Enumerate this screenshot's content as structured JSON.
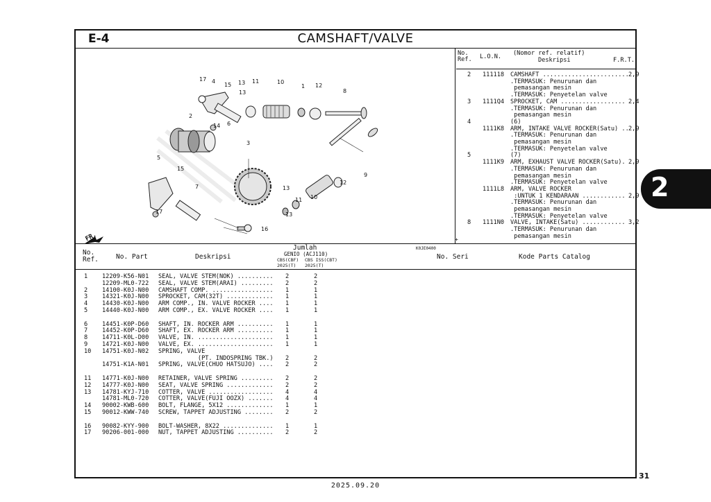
{
  "section_code": "E-4",
  "title": "CAMSHAFT/VALVE",
  "diagram_code": "K0JE0400",
  "fr_label": "FR.",
  "callouts": [
    "17",
    "4",
    "15",
    "13",
    "11",
    "10",
    "1",
    "12",
    "8",
    "13",
    "2",
    "14",
    "6",
    "3",
    "9",
    "5",
    "15",
    "12",
    "7",
    "13",
    "11",
    "10",
    "17",
    "13",
    "16"
  ],
  "ref_table": {
    "headers": {
      "no_ref": "No.\nRef.",
      "lon": "L.O.N.",
      "desc_top": "(Nomor ref. relatif)",
      "desc": "Deskripsi",
      "frt": "F.R.T."
    },
    "rows": [
      {
        "ref": "2",
        "lon": "111118",
        "desc": "CAMSHAFT ........................",
        "frt": "2,9"
      },
      {
        "ref": "",
        "lon": "",
        "desc": ".TERMASUK: Penurunan dan",
        "frt": ""
      },
      {
        "ref": "",
        "lon": "",
        "desc": " pemasangan mesin",
        "frt": ""
      },
      {
        "ref": "",
        "lon": "",
        "desc": ".TERMASUK: Penyetelan valve",
        "frt": ""
      },
      {
        "ref": "3",
        "lon": "1111Q4",
        "desc": "SPROCKET, CAM ..................",
        "frt": "2,4"
      },
      {
        "ref": "",
        "lon": "",
        "desc": ".TERMASUK: Penurunan dan",
        "frt": ""
      },
      {
        "ref": "",
        "lon": "",
        "desc": " pemasangan mesin",
        "frt": ""
      },
      {
        "ref": "4",
        "lon": "",
        "desc": "(6)",
        "frt": ""
      },
      {
        "ref": "",
        "lon": "1111K8",
        "desc": "ARM, INTAKE VALVE ROCKER(Satu) ..",
        "frt": "2,9"
      },
      {
        "ref": "",
        "lon": "",
        "desc": ".TERMASUK: Penurunan dan",
        "frt": ""
      },
      {
        "ref": "",
        "lon": "",
        "desc": " pemasangan mesin",
        "frt": ""
      },
      {
        "ref": "",
        "lon": "",
        "desc": ".TERMASUK: Penyetelan valve",
        "frt": ""
      },
      {
        "ref": "5",
        "lon": "",
        "desc": "(7)",
        "frt": ""
      },
      {
        "ref": "",
        "lon": "1111K9",
        "desc": "ARM, EXHAUST VALVE ROCKER(Satu).",
        "frt": "2,9"
      },
      {
        "ref": "",
        "lon": "",
        "desc": ".TERMASUK: Penurunan dan",
        "frt": ""
      },
      {
        "ref": "",
        "lon": "",
        "desc": " pemasangan mesin",
        "frt": ""
      },
      {
        "ref": "",
        "lon": "",
        "desc": ".TERMASUK: Penyetelan valve",
        "frt": ""
      },
      {
        "ref": "",
        "lon": "1111L8",
        "desc": "ARM, VALVE ROCKER",
        "frt": ""
      },
      {
        "ref": "",
        "lon": "",
        "desc": " :UNTUK 1 KENDARAAN ............",
        "frt": "2,9"
      },
      {
        "ref": "",
        "lon": "",
        "desc": ".TERMASUK: Penurunan dan",
        "frt": ""
      },
      {
        "ref": "",
        "lon": "",
        "desc": " pemasangan mesin",
        "frt": ""
      },
      {
        "ref": "",
        "lon": "",
        "desc": ".TERMASUK: Penyetelan valve",
        "frt": ""
      },
      {
        "ref": "8",
        "lon": "1111N0",
        "desc": "VALVE, INTAKE(Satu) ............",
        "frt": "3,2"
      },
      {
        "ref": "",
        "lon": "",
        "desc": ".TERMASUK: Penurunan dan",
        "frt": ""
      },
      {
        "ref": "",
        "lon": "",
        "desc": " pemasangan mesin",
        "frt": ""
      }
    ],
    "continued_mark": "+"
  },
  "parts_header": {
    "no_ref": "No.\nRef.",
    "no_part": "No. Part",
    "desc": "Deskripsi",
    "jumlah": "Jumlah",
    "model": "GENIO (ACJ110)",
    "col1": "CBS(CBF)\n2025(T)",
    "col2": "CBS ISS(CBT)\n2025(T)",
    "no_seri": "No. Seri",
    "kode": "Kode Parts Catalog"
  },
  "parts": [
    {
      "ref": "1",
      "part": "12209-K56-N01",
      "desc": "SEAL, VALVE STEM(NOK) ..........",
      "q1": "2",
      "q2": "2"
    },
    {
      "ref": "",
      "part": "12209-ML0-722",
      "desc": "SEAL, VALVE STEM(ARAI) .........",
      "q1": "2",
      "q2": "2"
    },
    {
      "ref": "2",
      "part": "14100-K0J-N00",
      "desc": "CAMSHAFT COMP. .................",
      "q1": "1",
      "q2": "1"
    },
    {
      "ref": "3",
      "part": "14321-K0J-N00",
      "desc": "SPROCKET, CAM(32T) .............",
      "q1": "1",
      "q2": "1"
    },
    {
      "ref": "4",
      "part": "14430-K0J-N00",
      "desc": "ARM COMP., IN. VALVE ROCKER ....",
      "q1": "1",
      "q2": "1"
    },
    {
      "ref": "5",
      "part": "14440-K0J-N00",
      "desc": "ARM COMP., EX. VALVE ROCKER ....",
      "q1": "1",
      "q2": "1"
    },
    {
      "ref": "",
      "part": "",
      "desc": "",
      "q1": "",
      "q2": ""
    },
    {
      "ref": "6",
      "part": "14451-K0P-D60",
      "desc": "SHAFT, IN. ROCKER ARM ..........",
      "q1": "1",
      "q2": "1"
    },
    {
      "ref": "7",
      "part": "14452-K0P-D60",
      "desc": "SHAFT, EX. ROCKER ARM ..........",
      "q1": "1",
      "q2": "1"
    },
    {
      "ref": "8",
      "part": "14711-K0L-D00",
      "desc": "VALVE, IN. .....................",
      "q1": "1",
      "q2": "1"
    },
    {
      "ref": "9",
      "part": "14721-K0J-N00",
      "desc": "VALVE, EX. .....................",
      "q1": "1",
      "q2": "1"
    },
    {
      "ref": "10",
      "part": "14751-K0J-N02",
      "desc": "SPRING, VALVE",
      "q1": "",
      "q2": ""
    },
    {
      "ref": "",
      "part": "",
      "desc": "           (PT. INDOSPRING TBK.)",
      "q1": "2",
      "q2": "2"
    },
    {
      "ref": "",
      "part": "14751-K1A-N01",
      "desc": "SPRING, VALVE(CHUO HATSUJO) ....",
      "q1": "2",
      "q2": "2"
    },
    {
      "ref": "",
      "part": "",
      "desc": "",
      "q1": "",
      "q2": ""
    },
    {
      "ref": "11",
      "part": "14771-K0J-N00",
      "desc": "RETAINER, VALVE SPRING .........",
      "q1": "2",
      "q2": "2"
    },
    {
      "ref": "12",
      "part": "14777-K0J-N00",
      "desc": "SEAT, VALVE SPRING .............",
      "q1": "2",
      "q2": "2"
    },
    {
      "ref": "13",
      "part": "14781-KYJ-710",
      "desc": "COTTER, VALVE ..................",
      "q1": "4",
      "q2": "4"
    },
    {
      "ref": "",
      "part": "14781-ML0-720",
      "desc": "COTTER, VALVE(FUJI OOZX) .......",
      "q1": "4",
      "q2": "4"
    },
    {
      "ref": "14",
      "part": "90002-KWB-600",
      "desc": "BOLT, FLANGE, 5X12 .............",
      "q1": "1",
      "q2": "1"
    },
    {
      "ref": "15",
      "part": "90012-KWW-740",
      "desc": "SCREW, TAPPET ADJUSTING ........",
      "q1": "2",
      "q2": "2"
    },
    {
      "ref": "",
      "part": "",
      "desc": "",
      "q1": "",
      "q2": ""
    },
    {
      "ref": "16",
      "part": "90082-KYY-900",
      "desc": "BOLT-WASHER, 8X22 ..............",
      "q1": "1",
      "q2": "1"
    },
    {
      "ref": "17",
      "part": "90206-001-000",
      "desc": "NUT, TAPPET ADJUSTING ..........",
      "q1": "2",
      "q2": "2"
    }
  ],
  "chapter_tab": "2",
  "page_number": "31",
  "footer_date": "2025.09.20"
}
